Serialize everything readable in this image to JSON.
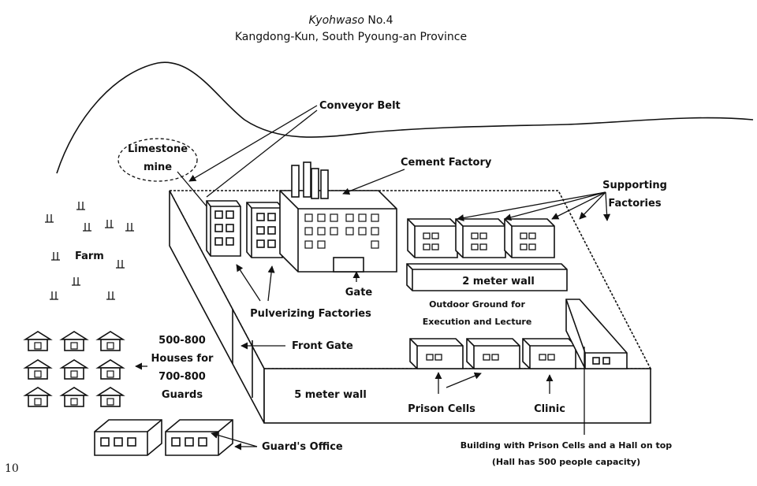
{
  "title": {
    "italic": "Kyohwaso",
    "rest": " No.4",
    "subtitle": "Kangdong-Kun, South Pyoung-an Province"
  },
  "labels": {
    "conveyor_belt": "Conveyor Belt",
    "limestone_mine_1": "Limestone",
    "limestone_mine_2": "mine",
    "cement_factory": "Cement Factory",
    "supporting_1": "Supporting",
    "supporting_2": "Factories",
    "farm": "Farm",
    "two_meter_wall": "2 meter wall",
    "gate": "Gate",
    "pulverizing": "Pulverizing Factories",
    "outdoor_1": "Outdoor Ground for",
    "outdoor_2": "Execution and Lecture",
    "houses_1": "500-800",
    "houses_2": "Houses for",
    "houses_3": "700-800",
    "houses_4": "Guards",
    "front_gate": "Front Gate",
    "five_meter_wall": "5 meter wall",
    "prison_cells": "Prison Cells",
    "clinic": "Clinic",
    "guards_office": "Guard's Office",
    "building_hall_1": "Building with Prison Cells and a Hall on top",
    "building_hall_2": "(Hall has 500 people capacity)"
  },
  "page_number": "10"
}
